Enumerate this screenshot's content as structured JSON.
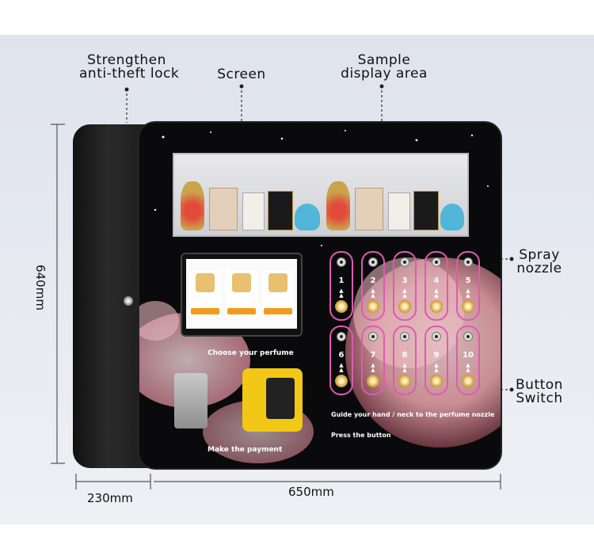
{
  "callouts": {
    "lock": "Strengthen\nanti-theft lock",
    "screen": "Screen",
    "sample": "Sample\ndisplay area",
    "spray": "Spray\nnozzle",
    "button": "Button\nSwitch"
  },
  "dimensions": {
    "height": "640mm",
    "depth": "230mm",
    "width": "650mm"
  },
  "panel": {
    "choose": "Choose your perfume",
    "payment": "Make the payment",
    "guide": "Guide your hand / neck to the perfume nozzle",
    "press": "Press the button"
  },
  "buttons": [
    "1",
    "2",
    "3",
    "4",
    "5",
    "6",
    "7",
    "8",
    "9",
    "10"
  ],
  "colors": {
    "accent": "#e05ab0",
    "cabinet": "#0a0a0c",
    "reader": "#f1c816"
  }
}
